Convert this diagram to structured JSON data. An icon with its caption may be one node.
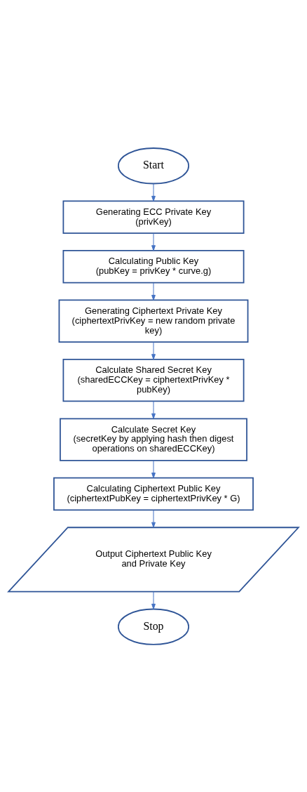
{
  "diagram": {
    "nodes": [
      {
        "text": [
          "Start"
        ]
      },
      {
        "text": [
          "Generating ECC Private Key",
          "(privKey)"
        ]
      },
      {
        "text": [
          "Calculating Public Key",
          "(pubKey = privKey * curve.g)"
        ]
      },
      {
        "text": [
          "Generating Ciphertext Private Key",
          "(ciphertextPrivKey = new random private key)"
        ]
      },
      {
        "text": [
          "Calculate Shared Secret Key",
          "(sharedECCKey = ciphertextPrivKey * pubKey)"
        ]
      },
      {
        "text": [
          "Calculate Secret Key",
          "(secretKey by applying hash then digest operations on sharedECCKey)"
        ]
      },
      {
        "text": [
          "Calculating Ciphertext Public Key",
          "(ciphertextPubKey = ciphertextPrivKey * G)"
        ]
      },
      {
        "text": [
          "Output Ciphertext Public Key and Private Key"
        ]
      },
      {
        "text": [
          "Stop"
        ]
      }
    ],
    "edges": [
      {
        "from": 0,
        "to": 1,
        "arrow": "to"
      },
      {
        "from": 1,
        "to": 2,
        "arrow": "to"
      },
      {
        "from": 2,
        "to": 3,
        "arrow": "to"
      },
      {
        "from": 3,
        "to": 4,
        "arrow": "to"
      },
      {
        "from": 4,
        "to": 5,
        "arrow": "to"
      },
      {
        "from": 5,
        "to": 6,
        "arrow": "to"
      },
      {
        "from": 6,
        "to": 7,
        "arrow": "to"
      },
      {
        "from": 7,
        "to": 8,
        "arrow": "to"
      }
    ]
  }
}
